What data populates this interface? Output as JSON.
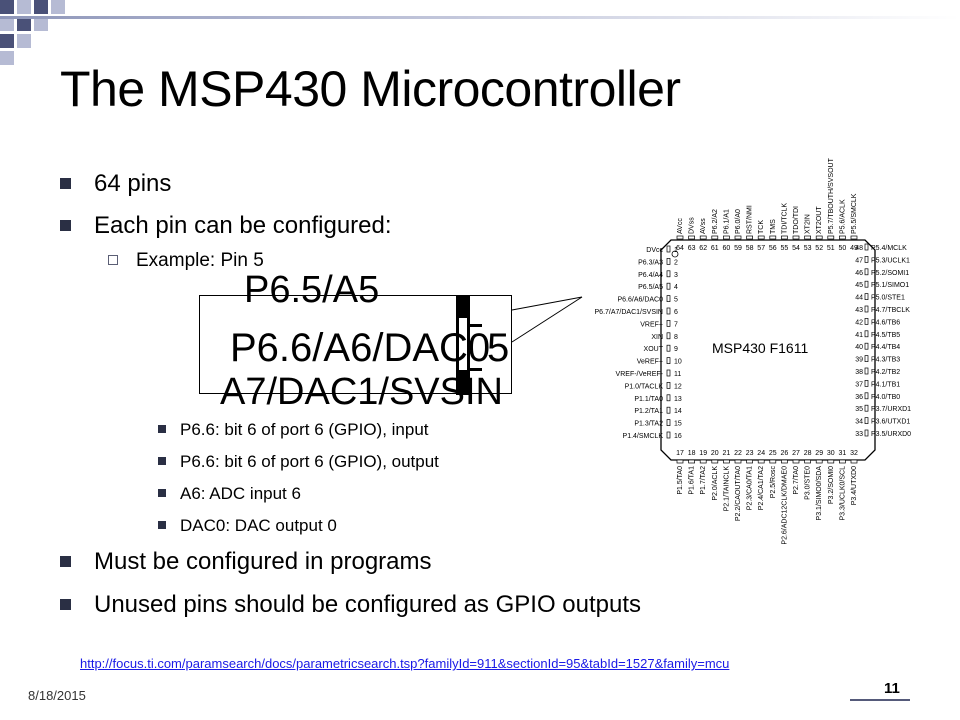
{
  "slide": {
    "title": "The MSP430 Microcontroller",
    "bullets": [
      "64 pins",
      "Each pin can be configured:",
      "Must be configured in programs",
      "Unused pins should be configured as GPIO outputs"
    ],
    "sub_bullet": "Example: Pin 5",
    "details": [
      "P6.6: bit 6 of port 6 (GPIO), input",
      "P6.6: bit 6 of port 6 (GPIO), output",
      "A6: ADC input 6",
      "DAC0: DAC output 0"
    ],
    "zoom_label": "P6.6/A6/DAC0",
    "zoom_pin": "5",
    "chip_label": "MSP430 F1611",
    "link": "http://focus.ti.com/paramsearch/docs/parametricsearch.tsp?familyId=911&sectionId=95&tabId=1527&family=mcu",
    "date": "8/18/2015",
    "page_number": "11"
  },
  "pins": {
    "top": [
      "AVcc",
      "DVss",
      "AVss",
      "P6.2/A2",
      "P6.1/A1",
      "P6.0/A0",
      "RST/NMI",
      "TCK",
      "TMS",
      "TDI/TCLK",
      "TDO/TDI",
      "XT2IN",
      "XT2OUT",
      "P5.7/TBOUTH/SVSOUT",
      "P5.6/ACLK",
      "P5.5/SMCLK"
    ],
    "top_nums": [
      "64",
      "63",
      "62",
      "61",
      "60",
      "59",
      "58",
      "57",
      "56",
      "55",
      "54",
      "53",
      "52",
      "51",
      "50",
      "49"
    ],
    "left": [
      "DVcc",
      "P6.3/A3",
      "P6.4/A4",
      "P6.5/A5",
      "P6.6/A6/DAC0",
      "P6.7/A7/DAC1/SVSIN",
      "VREF+",
      "XIN",
      "XOUT",
      "VeREF+",
      "VREF-/VeREF-",
      "P1.0/TACLK",
      "P1.1/TA0",
      "P1.2/TA1",
      "P1.3/TA2",
      "P1.4/SMCLK"
    ],
    "left_nums": [
      "1",
      "2",
      "3",
      "4",
      "5",
      "6",
      "7",
      "8",
      "9",
      "10",
      "11",
      "12",
      "13",
      "14",
      "15",
      "16"
    ],
    "right": [
      "P5.4/MCLK",
      "P5.3/UCLK1",
      "P5.2/SOMI1",
      "P5.1/SIMO1",
      "P5.0/STE1",
      "P4.7/TBCLK",
      "P4.6/TB6",
      "P4.5/TB5",
      "P4.4/TB4",
      "P4.3/TB3",
      "P4.2/TB2",
      "P4.1/TB1",
      "P4.0/TB0",
      "P3.7/URXD1",
      "P3.6/UTXD1",
      "P3.5/URXD0"
    ],
    "right_nums": [
      "48",
      "47",
      "46",
      "45",
      "44",
      "43",
      "42",
      "41",
      "40",
      "39",
      "38",
      "37",
      "36",
      "35",
      "34",
      "33"
    ],
    "bottom": [
      "P1.5/TA0",
      "P1.6/TA1",
      "P1.7/TA2",
      "P2.0/ACLK",
      "P2.1/TAINCLK",
      "P2.2/CAOUT/TA0",
      "P2.3/CA0/TA1",
      "P2.4/CA1/TA2",
      "P2.5/Rosc",
      "P2.6/ADC12CLK/DMAE0",
      "P2.7/TA0",
      "P3.0/STE0",
      "P3.1/SIMO0/SDA",
      "P3.2/SOMI0",
      "P3.3/UCLK0/SCL",
      "P3.4/UTXD0"
    ],
    "bottom_nums": [
      "17",
      "18",
      "19",
      "20",
      "21",
      "22",
      "23",
      "24",
      "25",
      "26",
      "27",
      "28",
      "29",
      "30",
      "31",
      "32"
    ]
  },
  "colors": {
    "accent": "#8e96b9",
    "bullet": "#2a2f44",
    "link": "#1a1ae6"
  }
}
